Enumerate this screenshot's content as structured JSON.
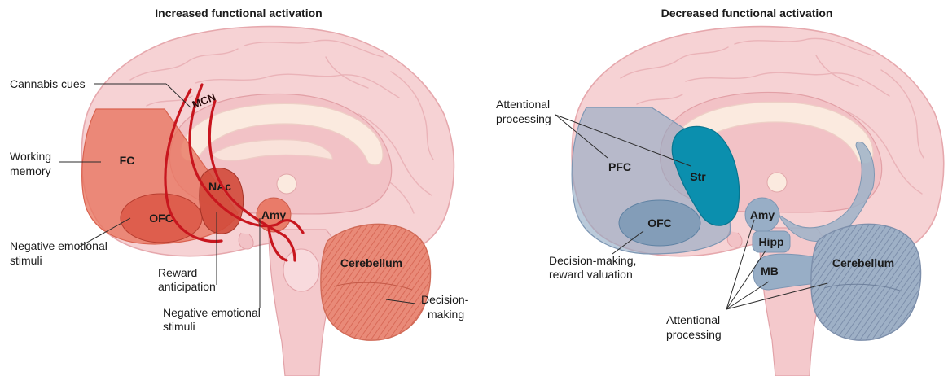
{
  "panels": {
    "left": {
      "title": "Increased functional activation",
      "regions": {
        "fc": "FC",
        "ofc": "OFC",
        "nac": "NAc",
        "amy": "Amy",
        "cerebellum": "Cerebellum",
        "mcn": "MCN"
      },
      "annotations": {
        "cannabis_cues": "Cannabis cues",
        "working_memory_1": "Working",
        "working_memory_2": "memory",
        "neg_emo_left_1": "Negative emotional",
        "neg_emo_left_2": "stimuli",
        "reward_1": "Reward",
        "reward_2": "anticipation",
        "neg_emo_bottom_1": "Negative emotional",
        "neg_emo_bottom_2": "stimuli",
        "decision_1": "Decision-",
        "decision_2": "making"
      }
    },
    "right": {
      "title": "Decreased functional activation",
      "regions": {
        "pfc": "PFC",
        "str": "Str",
        "ofc": "OFC",
        "amy": "Amy",
        "hipp": "Hipp",
        "mb": "MB",
        "cerebellum": "Cerebellum"
      },
      "annotations": {
        "attentional_top_1": "Attentional",
        "attentional_top_2": "processing",
        "decision_1": "Decision-making,",
        "decision_2": "reward valuation",
        "attentional_bottom_1": "Attentional",
        "attentional_bottom_2": "processing"
      }
    }
  },
  "colors": {
    "brain_fill": "#f6d2d4",
    "increased": "#e8735e",
    "increased_dark": "#d9503f",
    "circuit": "#c8161e",
    "decreased": "#94adc6",
    "striatum": "#0b8fae"
  }
}
